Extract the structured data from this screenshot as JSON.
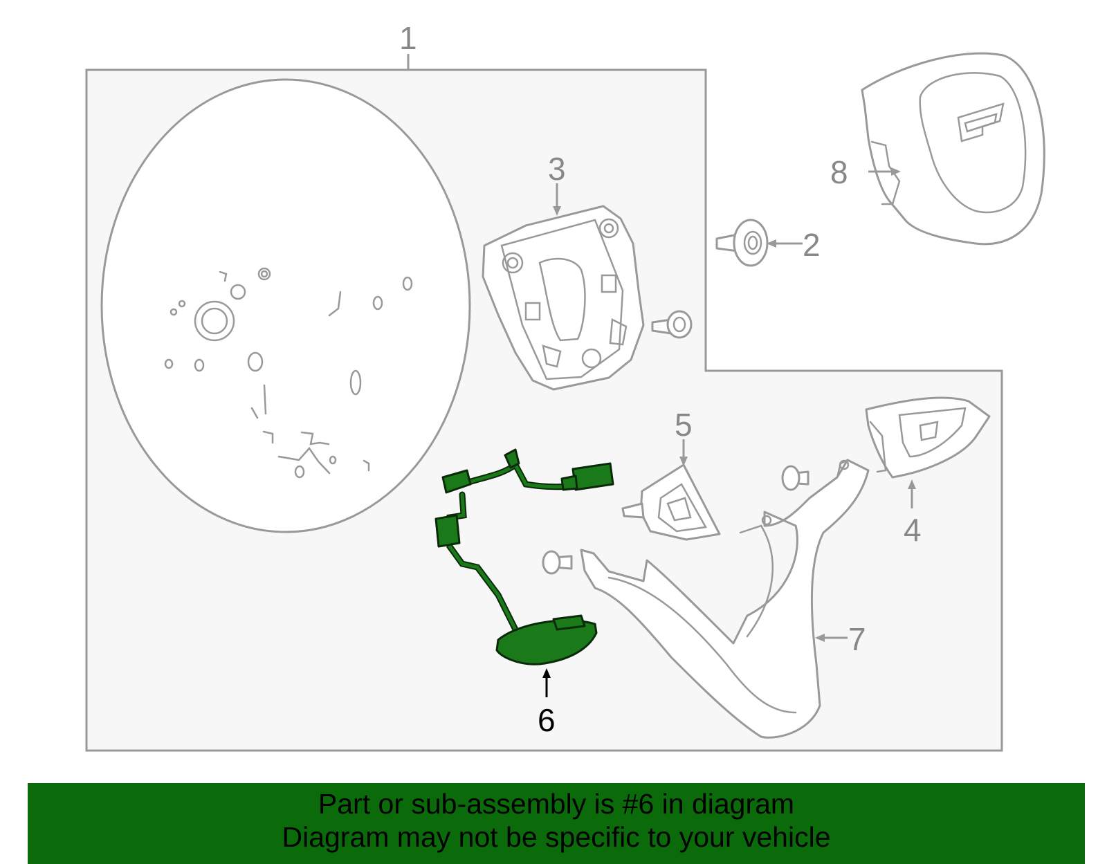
{
  "diagram": {
    "callouts": [
      {
        "id": "1",
        "label": "1"
      },
      {
        "id": "2",
        "label": "2"
      },
      {
        "id": "3",
        "label": "3"
      },
      {
        "id": "4",
        "label": "4"
      },
      {
        "id": "5",
        "label": "5"
      },
      {
        "id": "6",
        "label": "6"
      },
      {
        "id": "7",
        "label": "7"
      },
      {
        "id": "8",
        "label": "8"
      }
    ],
    "highlighted_part": "6",
    "colors": {
      "highlight": "#1a7a1a",
      "banner_background": "#0b6b0b",
      "outline": "#999999",
      "panel": "#f7f7f7"
    }
  },
  "banner": {
    "line1": "Part or sub-assembly is #6 in diagram",
    "line2": "Diagram may not be specific to your vehicle"
  }
}
